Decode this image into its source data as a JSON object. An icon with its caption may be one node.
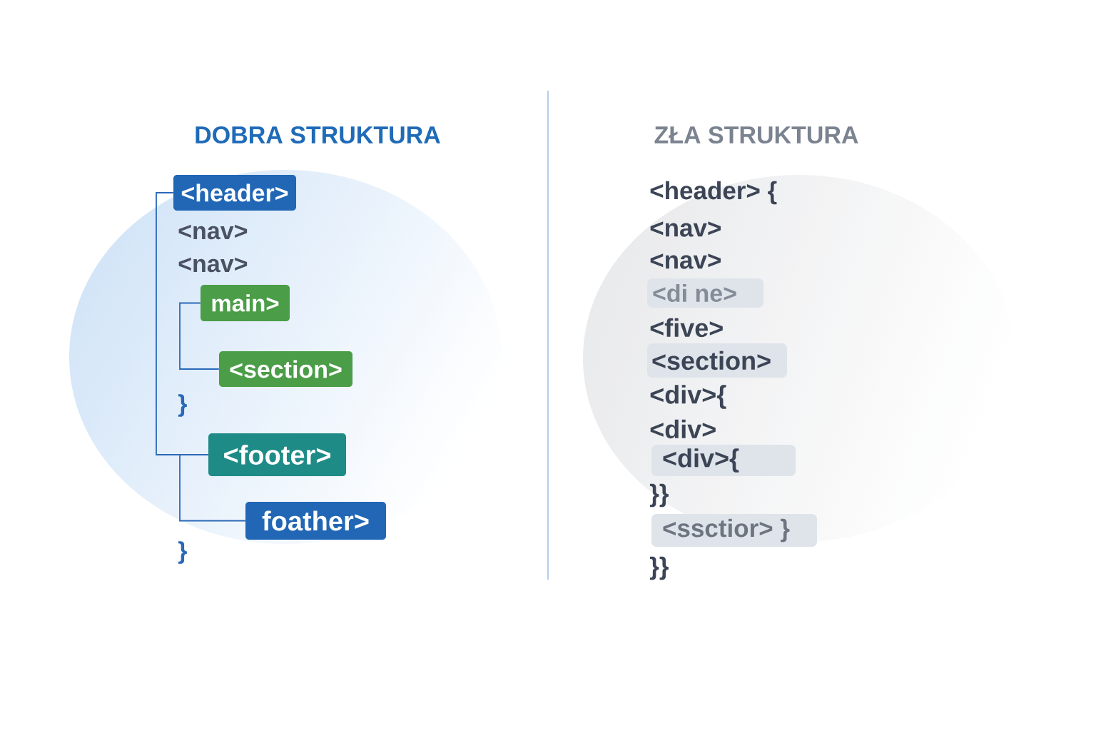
{
  "diagram": {
    "nodes": [
      {
        "text": [
          "<header>"
        ]
      },
      {
        "text": [
          "main>"
        ]
      },
      {
        "text": [
          "<section>"
        ]
      },
      {
        "text": [
          "<footer>"
        ]
      },
      {
        "text": [
          "foather>"
        ]
      },
      {
        "text": [
          "<di ne>"
        ]
      },
      {
        "text": [
          "<section>"
        ]
      },
      {
        "text": [
          "<div>{"
        ]
      },
      {
        "text": [
          "<ssctior> }"
        ]
      }
    ],
    "edges": [
      {
        "from": 0,
        "to": 3,
        "arrow": "none"
      },
      {
        "from": 1,
        "to": 2,
        "arrow": "none"
      },
      {
        "from": 3,
        "to": 4,
        "arrow": "none"
      }
    ],
    "labels": [
      "DOBRA STRUKTURA",
      "ZŁA STRUKTURA",
      "<nav>",
      "<nav>",
      "}",
      "}",
      "<header> {",
      "<nav>",
      "<nav>",
      "<five>",
      "<div>{",
      "<div>",
      "}}",
      "}}"
    ]
  }
}
